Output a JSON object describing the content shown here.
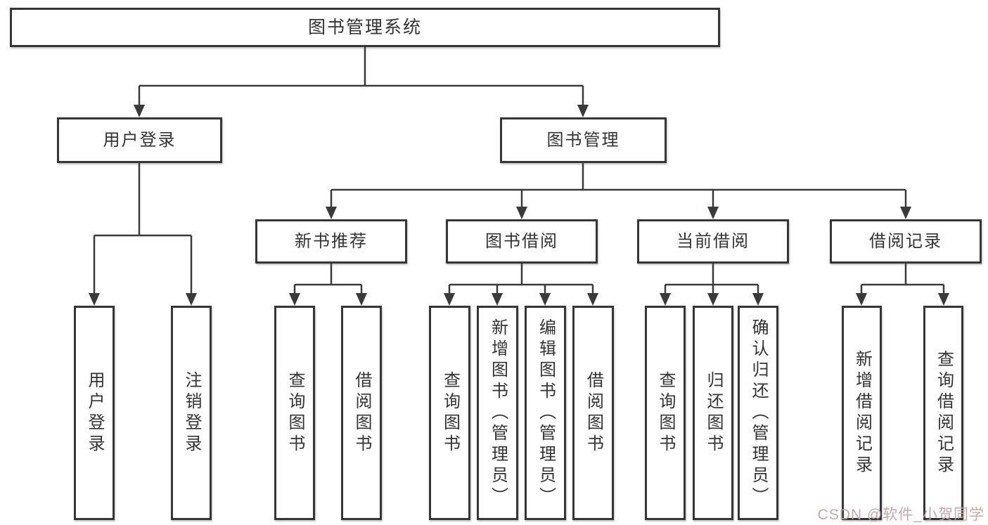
{
  "tree": {
    "root": "图书管理系统",
    "branches": [
      {
        "label": "用户登录",
        "children": [
          "用户登录",
          "注销登录"
        ]
      },
      {
        "label": "图书管理",
        "children": [
          {
            "label": "新书推荐",
            "children": [
              "查询图书",
              "借阅图书"
            ]
          },
          {
            "label": "图书借阅",
            "children": [
              "查询图书",
              "新增图书（管理员）",
              "编辑图书（管理员）",
              "借阅图书"
            ]
          },
          {
            "label": "当前借阅",
            "children": [
              "查询图书",
              "归还图书",
              "确认归还（管理员）"
            ]
          },
          {
            "label": "借阅记录",
            "children": [
              "新增借阅记录",
              "查询借阅记录"
            ]
          }
        ]
      }
    ]
  },
  "watermark": "CSDN @软件_小贺同学",
  "colors": {
    "line": "#3a3a3a",
    "box_border": "#363636",
    "text": "#333333",
    "background": "#ffffff",
    "watermark": "#c7a2a2"
  }
}
